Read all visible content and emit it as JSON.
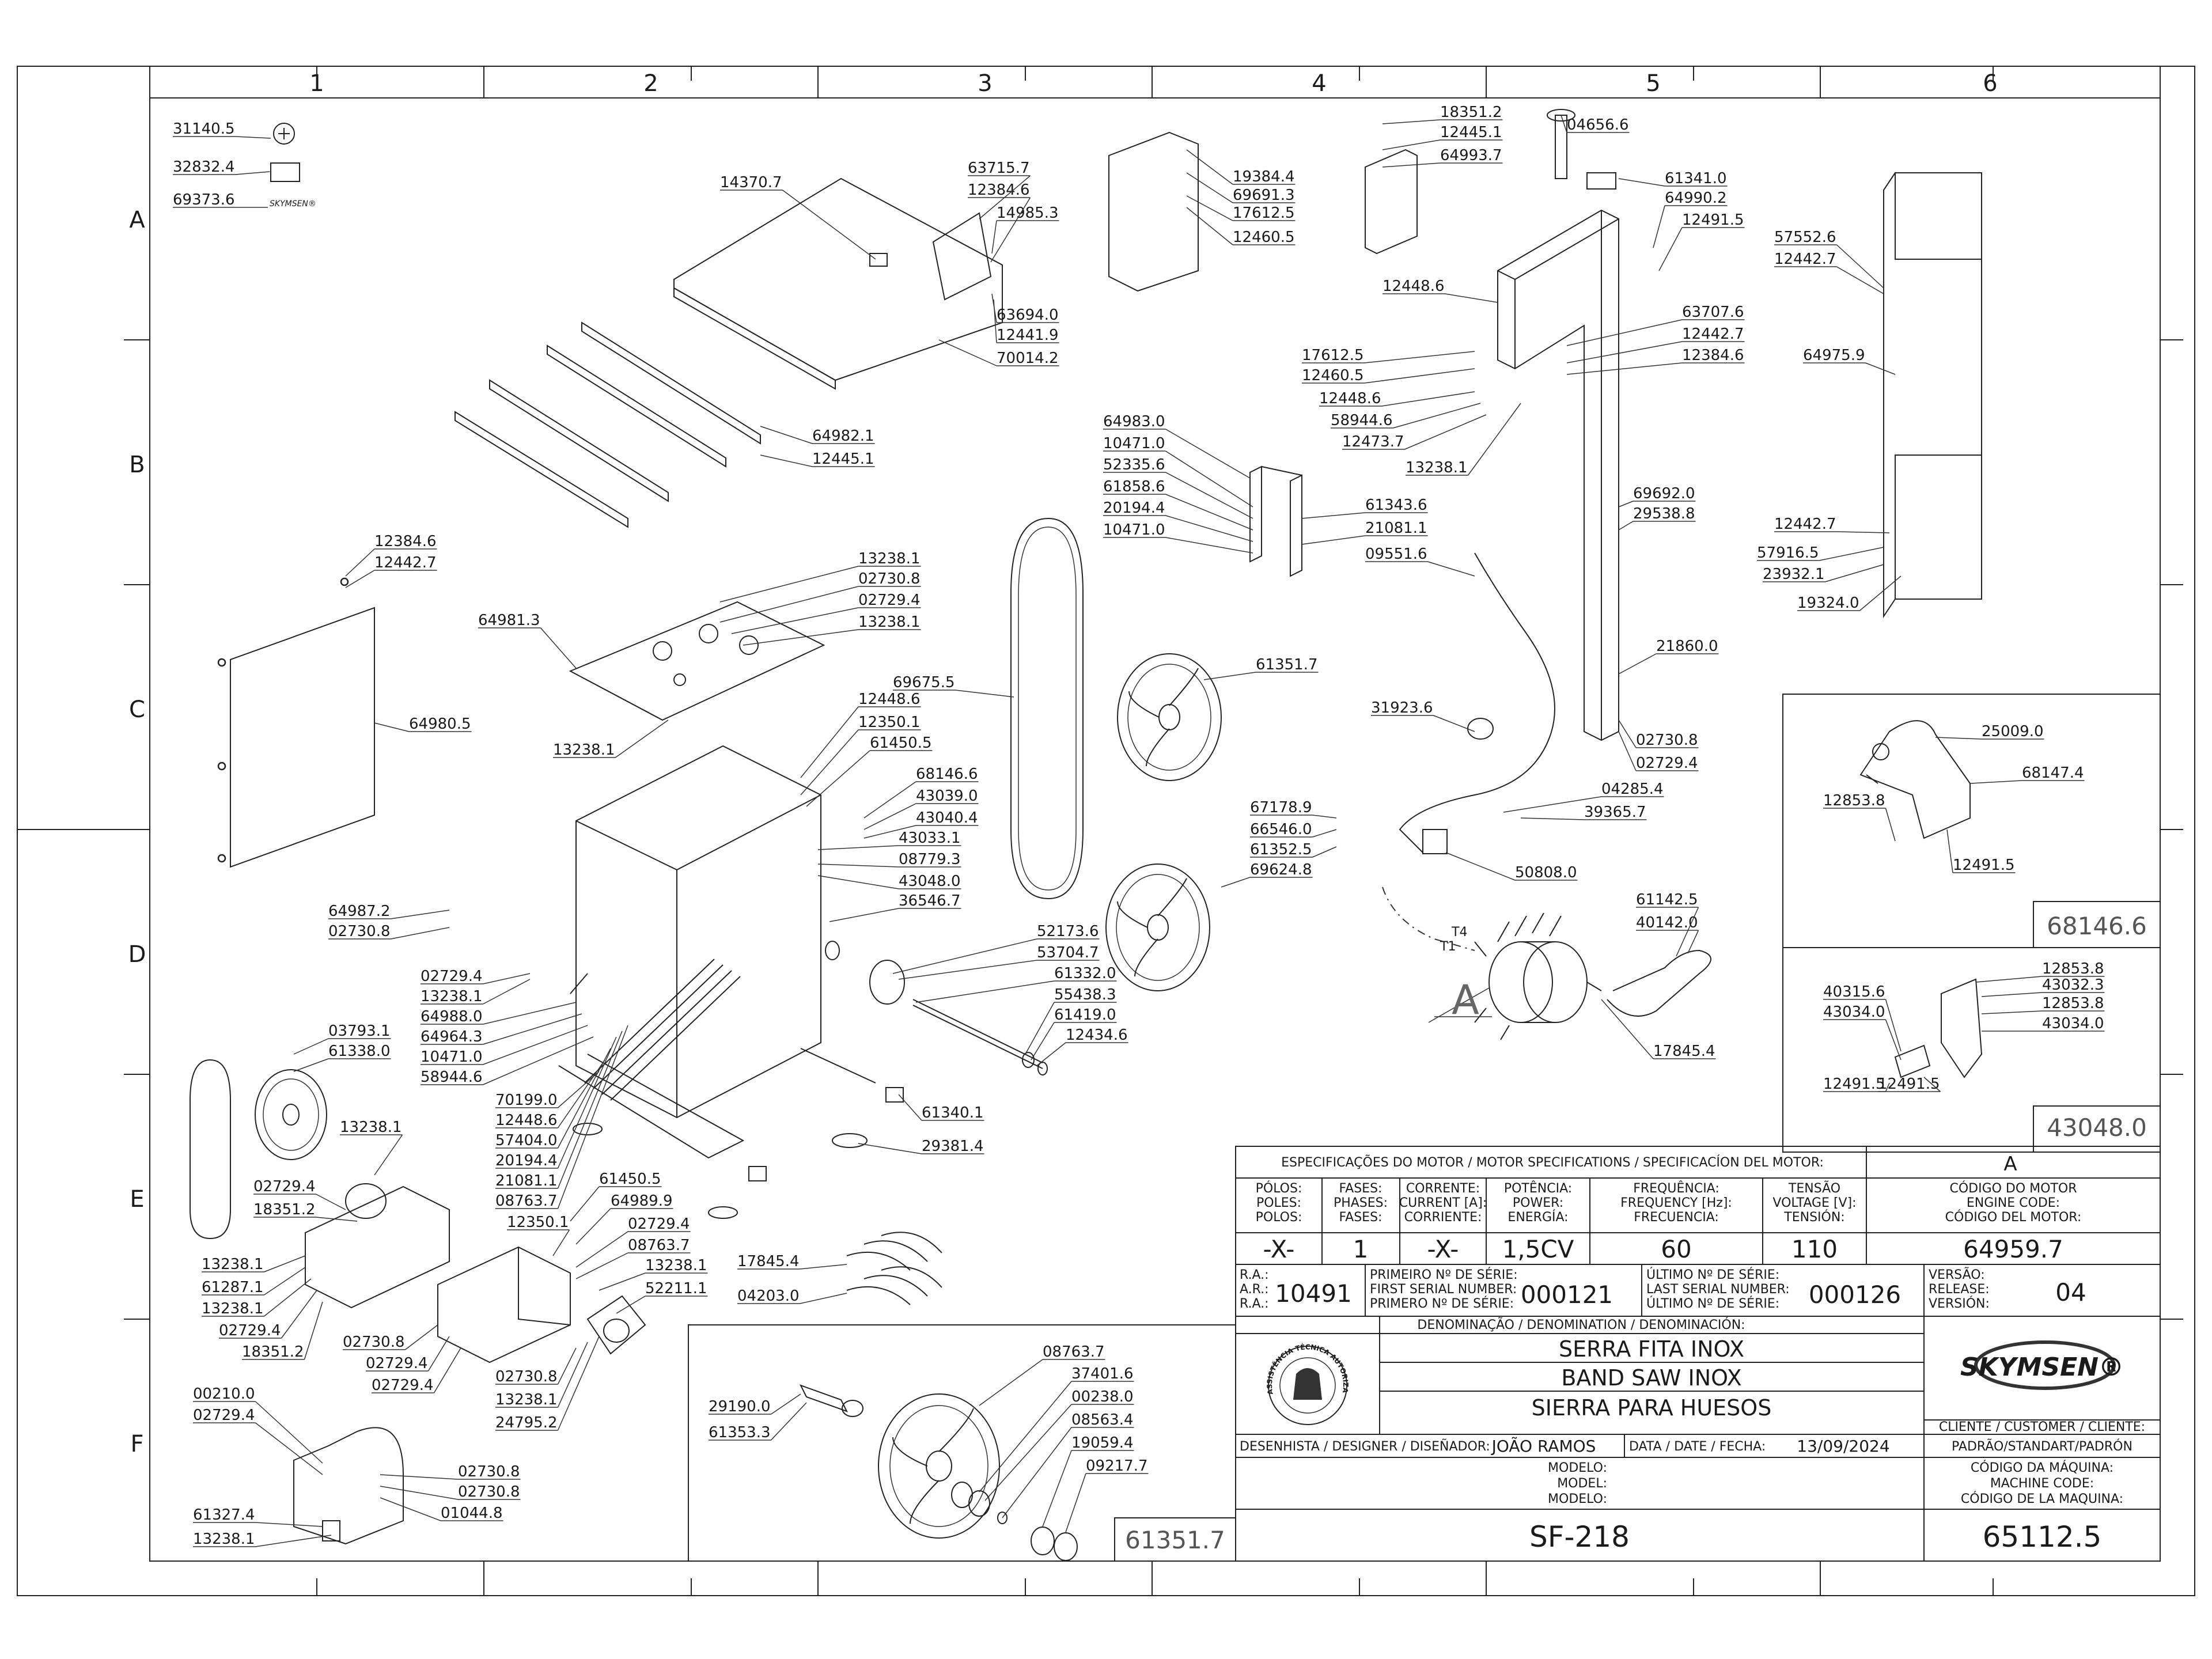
{
  "grid": {
    "columns": [
      "1",
      "2",
      "3",
      "4",
      "5",
      "6"
    ],
    "rows": [
      "A",
      "B",
      "C",
      "D",
      "E",
      "F"
    ]
  },
  "parts": [
    "31140.5",
    "32832.4",
    "69373.6",
    "14370.7",
    "63715.7",
    "12384.6",
    "14985.3",
    "63694.0",
    "12441.9",
    "70014.2",
    "64982.1",
    "12445.1",
    "19384.4",
    "69691.3",
    "17612.5",
    "12460.5",
    "18351.2",
    "12445.1",
    "64993.7",
    "04656.6",
    "61341.0",
    "64990.2",
    "12491.5",
    "12448.6",
    "63707.6",
    "12442.7",
    "12384.6",
    "17612.5",
    "12460.5",
    "12448.6",
    "58944.6",
    "12473.7",
    "13238.1",
    "57552.6",
    "12442.7",
    "64975.9",
    "12442.7",
    "57916.5",
    "23932.1",
    "19324.0",
    "12384.6",
    "12442.7",
    "64981.3",
    "13238.1",
    "02730.8",
    "02729.4",
    "13238.1",
    "13238.1",
    "64980.5",
    "64983.0",
    "10471.0",
    "52335.6",
    "61858.6",
    "20194.4",
    "10471.0",
    "61343.6",
    "21081.1",
    "09551.6",
    "69692.0",
    "29538.8",
    "69675.5",
    "61351.7",
    "12448.6",
    "12350.1",
    "61450.5",
    "68146.6",
    "43039.0",
    "43040.4",
    "43033.1",
    "08779.3",
    "43048.0",
    "36546.7",
    "21860.0",
    "02730.8",
    "02729.4",
    "31923.6",
    "04285.4",
    "39365.7",
    "67178.9",
    "66546.0",
    "61352.5",
    "69624.8",
    "50808.0",
    "61142.5",
    "40142.0",
    "17845.4",
    "64987.2",
    "02730.8",
    "02729.4",
    "13238.1",
    "64988.0",
    "64964.3",
    "10471.0",
    "58944.6",
    "03793.1",
    "61338.0",
    "70199.0",
    "12448.6",
    "57404.0",
    "20194.4",
    "21081.1",
    "08763.7",
    "52173.6",
    "53704.7",
    "61332.0",
    "55438.3",
    "61419.0",
    "12434.6",
    "61340.1",
    "29381.4",
    "13238.1",
    "02729.4",
    "18351.2",
    "61450.5",
    "64989.9",
    "12350.1",
    "02729.4",
    "08763.7",
    "13238.1",
    "52211.1",
    "13238.1",
    "61287.1",
    "13238.1",
    "02729.4",
    "18351.2",
    "02730.8",
    "02729.4",
    "02729.4",
    "02730.8",
    "13238.1",
    "24795.2",
    "17845.4",
    "04203.0",
    "00210.0",
    "02729.4",
    "02730.8",
    "02730.8",
    "01044.8",
    "61327.4",
    "13238.1",
    "08763.7",
    "37401.6",
    "00238.0",
    "08563.4",
    "19059.4",
    "09217.7",
    "29190.0",
    "61353.3",
    "25009.0",
    "68147.4",
    "12853.8",
    "12491.5",
    "40315.6",
    "43034.0",
    "12853.8",
    "43032.3",
    "12853.8",
    "43034.0",
    "12491.5",
    "12491.5"
  ],
  "detail_tags": {
    "detail_a": "A",
    "motor_terminal_t1": "T1",
    "motor_terminal_t4": "T4",
    "inset_1": "68146.6",
    "inset_2": "43048.0",
    "inset_3": "61351.7"
  },
  "title_block": {
    "motor_header": "ESPECIFICAÇÕES DO MOTOR / MOTOR SPECIFICATIONS / SPECIFICACÍON DEL MOTOR:",
    "motor_variant": "A",
    "poles_label": [
      "PÓLOS:",
      "POLES:",
      "POLOS:"
    ],
    "phases_label": [
      "FASES:",
      "PHASES:",
      "FASES:"
    ],
    "current_label": [
      "CORRENTE:",
      "CURRENT [A]:",
      "CORRIENTE:"
    ],
    "power_label": [
      "POTÊNCIA:",
      "POWER:",
      "ENERGÍA:"
    ],
    "frequency_label": [
      "FREQUÊNCIA:",
      "FREQUENCY [Hz]:",
      "FRECUENCIA:"
    ],
    "voltage_label": [
      "TENSÃO",
      "VOLTAGE [V]:",
      "TENSIÓN:"
    ],
    "engine_code_label": [
      "CÓDIGO DO MOTOR",
      "ENGINE CODE:",
      "CÓDIGO DEL MOTOR:"
    ],
    "poles": "-X-",
    "phases": "1",
    "current": "-X-",
    "power": "1,5CV",
    "frequency": "60",
    "voltage": "110",
    "engine_code": "64959.7",
    "ra_label": [
      "R.A.:",
      "A.R.:",
      "R.A.:"
    ],
    "ra": "10491",
    "first_serial_label": [
      "PRIMEIRO Nº DE SÉRIE:",
      "FIRST SERIAL NUMBER:",
      "PRIMERO Nº DE SÉRIE:"
    ],
    "first_serial": "000121",
    "last_serial_label": [
      "ÚLTIMO Nº DE SÉRIE:",
      "LAST SERIAL NUMBER:",
      "ÚLTIMO Nº DE SÉRIE:"
    ],
    "last_serial": "000126",
    "version_label": [
      "VERSÃO:",
      "RELEASE:",
      "VERSIÓN:"
    ],
    "version": "04",
    "denomination_label": "DENOMINAÇÃO / DENOMINATION / DENOMINACIÓN:",
    "name_pt": "SERRA FITA INOX",
    "name_en": "BAND SAW INOX",
    "name_es": "SIERRA PARA HUESOS",
    "brand": "SKYMSEN®",
    "seal_text": "ASSISTÊNCIA TÉCNICA AUTORIZADA",
    "customer_label": "CLIENTE / CUSTOMER / CLIENTE:",
    "customer": "PADRÃO/STANDART/PADRÓN",
    "designer_label": "DESENHISTA / DESIGNER / DISEÑADOR:",
    "designer": "JOÃO RAMOS",
    "date_label": "DATA / DATE / FECHA:",
    "date": "13/09/2024",
    "model_label": [
      "MODELO:",
      "MODEL:",
      "MODELO:"
    ],
    "model": "SF-218",
    "machine_code_label": [
      "CÓDIGO DA MÁQUINA:",
      "MACHINE CODE:",
      "CÓDIGO DE LA MAQUINA:"
    ],
    "machine_code": "65112.5"
  }
}
